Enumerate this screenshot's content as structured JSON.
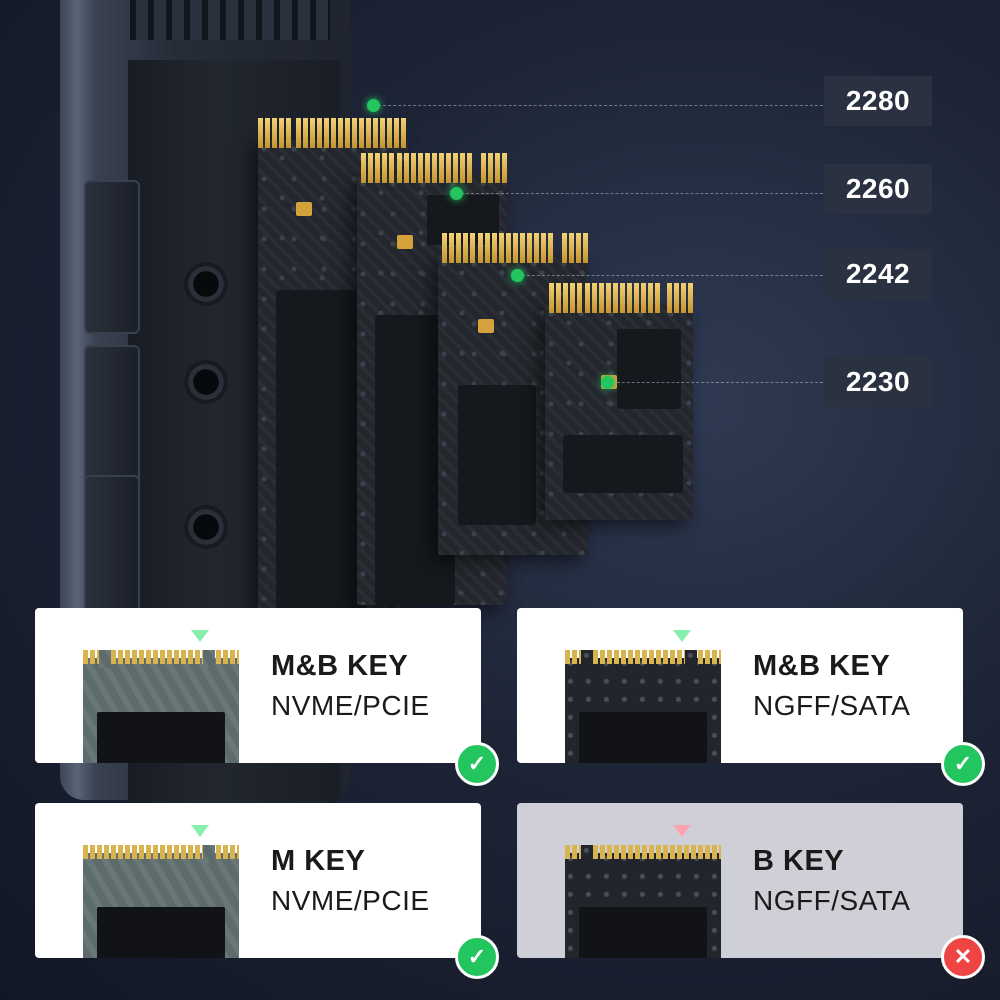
{
  "sizes": [
    "2280",
    "2260",
    "2242",
    "2230"
  ],
  "compatibility": [
    {
      "key": "M&B KEY",
      "protocol": "NVME/PCIE",
      "supported": true
    },
    {
      "key": "M&B KEY",
      "protocol": "NGFF/SATA",
      "supported": true
    },
    {
      "key": "M KEY",
      "protocol": "NVME/PCIE",
      "supported": true
    },
    {
      "key": "B KEY",
      "protocol": "NGFF/SATA",
      "supported": false
    }
  ],
  "icons": {
    "supported": "check-icon",
    "unsupported": "cross-icon",
    "check_glyph": "✓",
    "cross_glyph": "✕"
  },
  "colors": {
    "supported": "#22c55e",
    "unsupported": "#ef4444",
    "size_label_bg": "#2a3140"
  }
}
